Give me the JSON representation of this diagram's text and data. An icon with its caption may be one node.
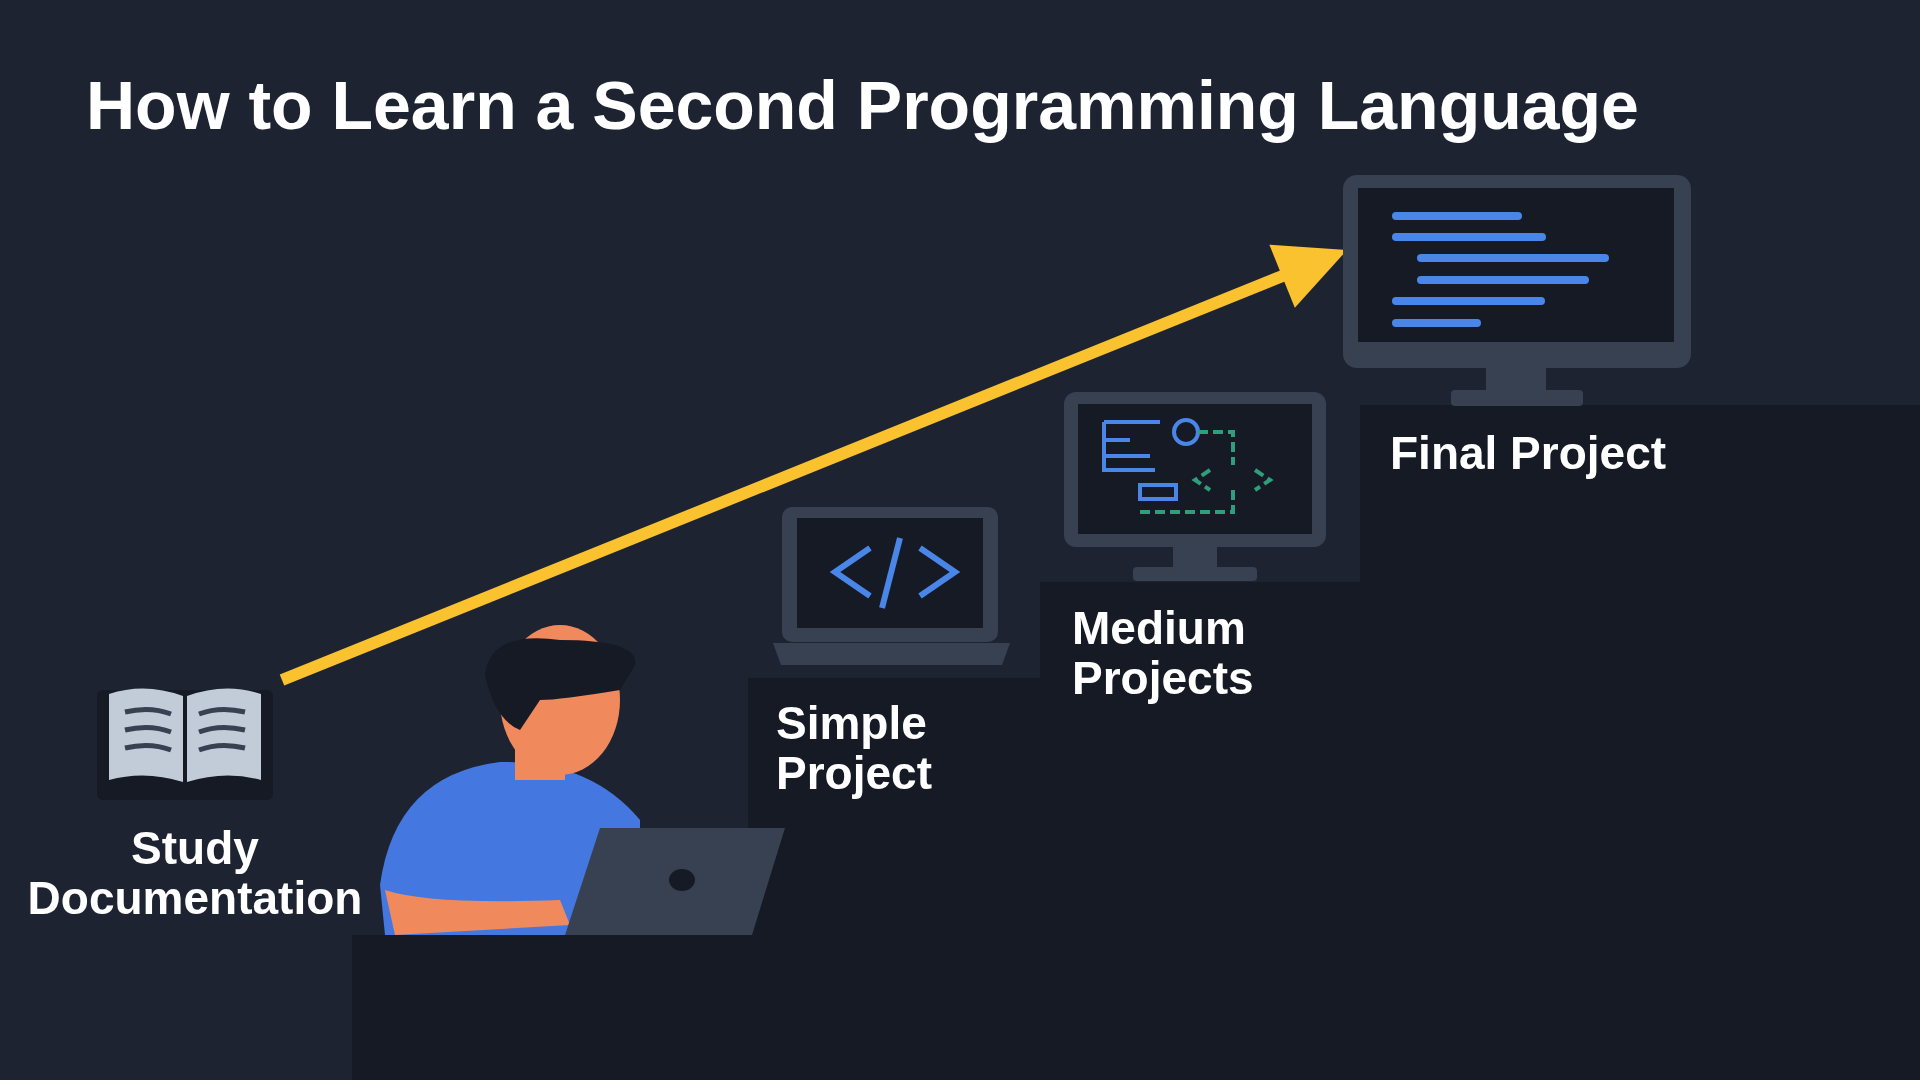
{
  "diagram": {
    "title": "How to Learn a Second Programming Language",
    "nodes": [
      {
        "text": [
          "Study Documentation"
        ]
      },
      {
        "text": [
          "Simple Project"
        ]
      },
      {
        "text": [
          "Medium Projects"
        ]
      },
      {
        "text": [
          "Final Project"
        ]
      }
    ],
    "edges": [
      {
        "from": 0,
        "to": 3,
        "arrow": "to"
      }
    ]
  }
}
